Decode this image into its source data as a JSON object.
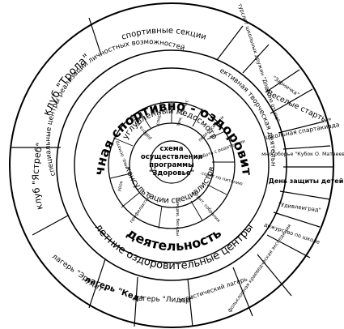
{
  "center": {
    "line1": "схема",
    "line2": "осуществления",
    "line3": "программы",
    "line4": "\"Здоровье\""
  },
  "ring_medical": {
    "top": "углубленный медосмотр",
    "bottom": "консультации специалистов"
  },
  "ring_small": [
    "спорт. час",
    "тем. кл. час",
    "педконсилиум",
    "работа с родителями",
    "совет по питанию",
    "родит. собрания",
    "лекции, беседы",
    "профилактика",
    "урок",
    "мед. осмотр",
    "работа врача"
  ],
  "ring_main": {
    "top": "внеурочная спортивно - оздоровительная",
    "bottom": "деятельность"
  },
  "ring_centers": {
    "left": "специальные центры реализации личностных возможностей",
    "right": "коллективная творческая деятельность",
    "bottom": "летние оздоровительные центры"
  },
  "outer_segments": {
    "sport_sections": "спортивные секции",
    "club_trola": "клуб \"Трола\"",
    "club_yastreb": "клуб \"Ястреб\"",
    "tourslet": "турслет школьных дружин \"Дорогою отцов\"",
    "zarnichka": "\"Зарничка\"",
    "veselye_starty": "\"Веселые старты\"",
    "spartakiada": "школьная спартакиада",
    "kubok": "многоборье \"Кубок О. Матвеева\"",
    "den_zashchity": "День защиты детей",
    "udivleigrad": "\"Удивлеиград\"",
    "dezhurstvo": "дежурство по школе",
    "lager_erudit": "лагерь \"Эрудит\"",
    "lager_ked": "лагерь \"Кед\"",
    "lager_lider": "лагерь \"Лидер\"",
    "tour_lager": "туристический лагерь",
    "expedition": "фольклорная краеведческая экспедиция"
  }
}
